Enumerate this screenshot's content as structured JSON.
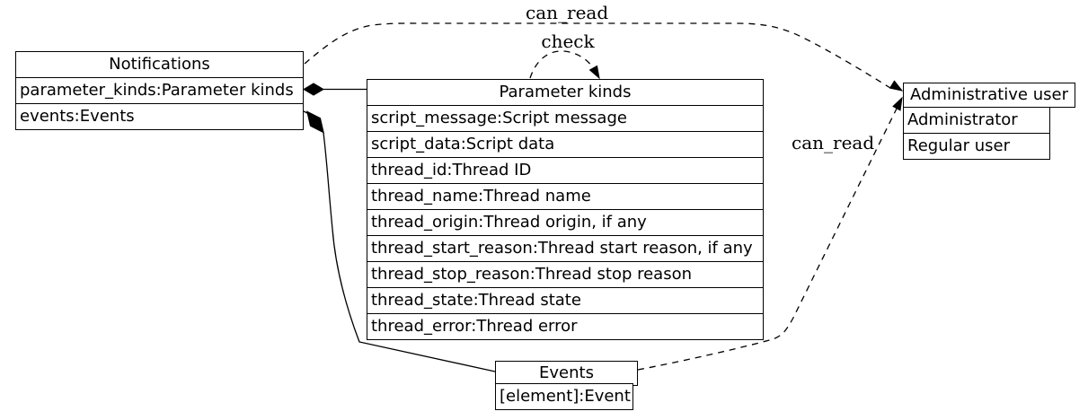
{
  "diagram": {
    "type": "class-diagram",
    "background": "#ffffff",
    "line_color": "#000000",
    "text_color": "#000000"
  },
  "nodes": {
    "notifications": {
      "title": "Notifications",
      "rows": [
        "parameter_kinds:Parameter kinds",
        "events:Events"
      ]
    },
    "parameter_kinds": {
      "title": "Parameter kinds",
      "rows": [
        "script_message:Script message",
        "script_data:Script data",
        "thread_id:Thread ID",
        "thread_name:Thread name",
        "thread_origin:Thread origin, if any",
        "thread_start_reason:Thread start reason, if any",
        "thread_stop_reason:Thread stop reason",
        "thread_state:Thread state",
        "thread_error:Thread error"
      ]
    },
    "administrative_user": {
      "title": "Administrative user",
      "rows": [
        "Administrator",
        "Regular user"
      ]
    },
    "events": {
      "title": "Events",
      "rows": [
        "[element]:Event"
      ]
    }
  },
  "edges": [
    {
      "label": "can_read",
      "from": "Notifications",
      "to": "Administrative user",
      "style": "dashed",
      "arrow": "vee"
    },
    {
      "label": "check",
      "from": "Parameter kinds",
      "to": "Parameter kinds",
      "style": "dashed",
      "arrow": "vee"
    },
    {
      "label": "can_read",
      "from": "Events",
      "to": "Administrative user",
      "style": "dashed",
      "arrow": "vee"
    },
    {
      "label": "",
      "from": "Notifications:parameter_kinds",
      "to": "Parameter kinds",
      "style": "solid",
      "tail": "filled-diamond"
    },
    {
      "label": "",
      "from": "Notifications:events",
      "to": "Events",
      "style": "solid",
      "tail": "filled-diamond"
    }
  ]
}
